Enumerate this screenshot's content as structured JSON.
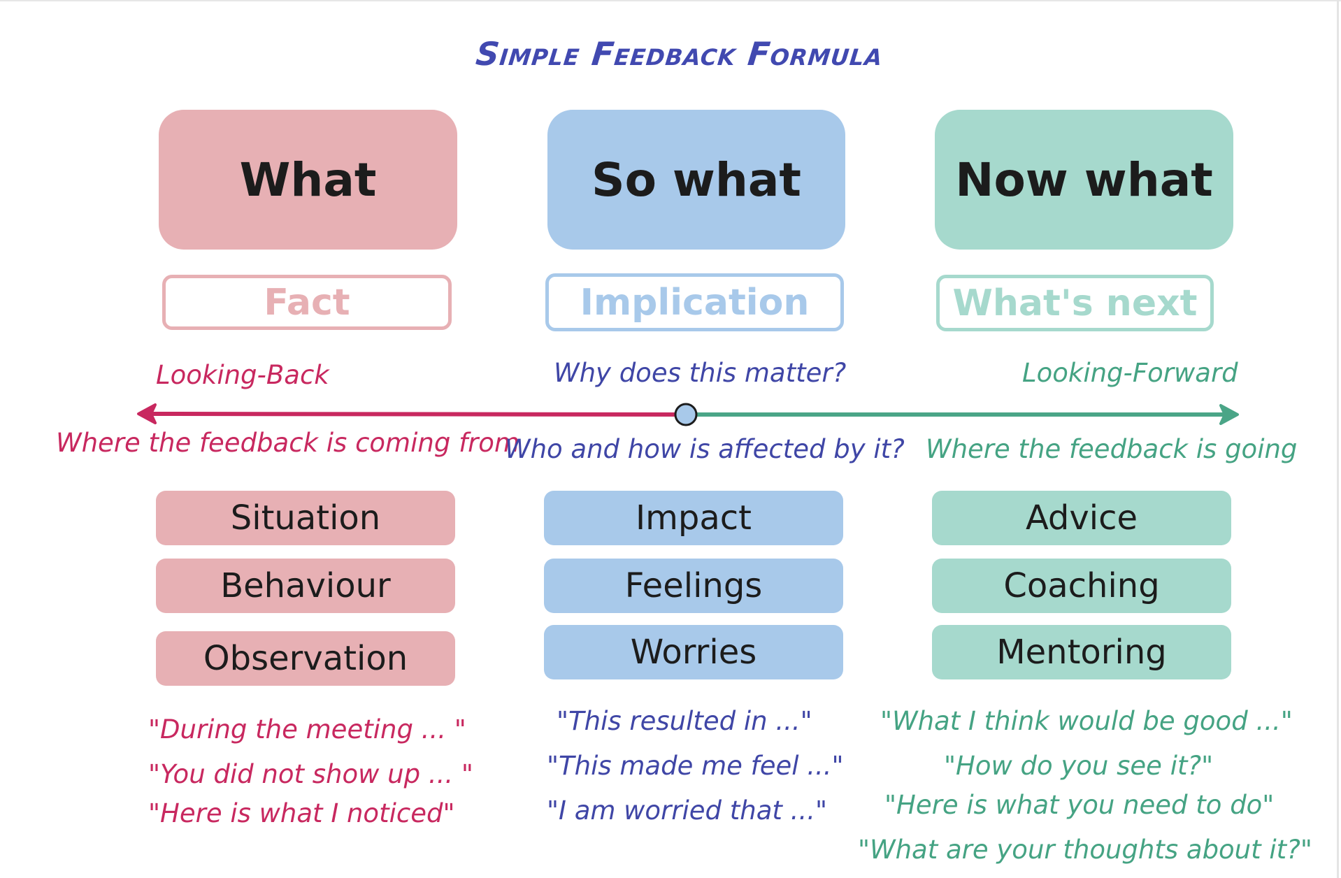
{
  "title": "Simple Feedback Formula",
  "colors": {
    "title": "#4149b0",
    "pink": "#e7b0b4",
    "blue": "#a8c9ea",
    "green": "#a6d9cd",
    "pink_text": "#c8285f",
    "blue_text": "#3f46a6",
    "green_text": "#45a383",
    "green_arrow": "#4aa587"
  },
  "columns": [
    {
      "heading": "What",
      "subheading": "Fact",
      "items": [
        "Situation",
        "Behaviour",
        "Observation"
      ],
      "quotes": [
        "\"During the meeting ... \"",
        "\"You did not show up ... \"",
        "\"Here is what I noticed\""
      ]
    },
    {
      "heading": "So what",
      "subheading": "Implication",
      "items": [
        "Impact",
        "Feelings",
        "Worries"
      ],
      "quotes": [
        "\"This resulted in ...\"",
        "\"This made me feel ...\"",
        "\"I am worried that ...\""
      ]
    },
    {
      "heading": "Now what",
      "subheading": "What's next",
      "items": [
        "Advice",
        "Coaching",
        "Mentoring"
      ],
      "quotes": [
        "\"What I think would be good ...\"",
        "\"How do you see it?\"",
        "\"Here is what you need to do\"",
        "\"What are your thoughts about it?\""
      ]
    }
  ],
  "timeline": {
    "left_top": "Looking-Back",
    "center_top": "Why does this matter?",
    "right_top": "Looking-Forward",
    "left_bottom": "Where the feedback is coming from",
    "center_bottom": "Who and how is affected by it?",
    "right_bottom": "Where the feedback is going"
  }
}
